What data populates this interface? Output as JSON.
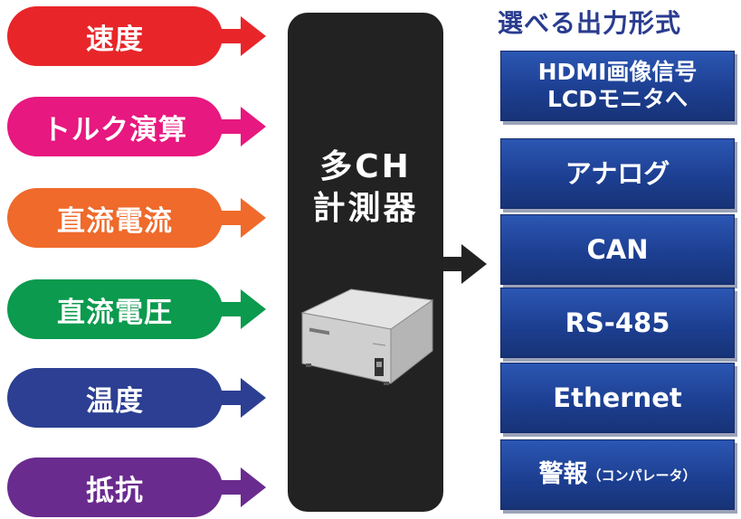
{
  "inputs": [
    {
      "label": "速度",
      "color": "#e8262a"
    },
    {
      "label": "トルク演算",
      "color": "#e7187f"
    },
    {
      "label": "直流電流",
      "color": "#ef6a2b"
    },
    {
      "label": "直流電圧",
      "color": "#0b9a4e"
    },
    {
      "label": "温度",
      "color": "#2c3f93"
    },
    {
      "label": "抵抗",
      "color": "#6a2b8e"
    }
  ],
  "center": {
    "line1": "多CH",
    "line2": "計測器"
  },
  "outputs": {
    "title": "選べる出力形式",
    "items": [
      {
        "line1": "HDMI画像信号",
        "line2": "LCDモニタへ"
      },
      {
        "line1": "アナログ"
      },
      {
        "line1": "CAN"
      },
      {
        "line1": "RS-485"
      },
      {
        "line1": "Ethernet"
      },
      {
        "line1": "警報",
        "sub": "（コンパレータ）"
      }
    ]
  }
}
